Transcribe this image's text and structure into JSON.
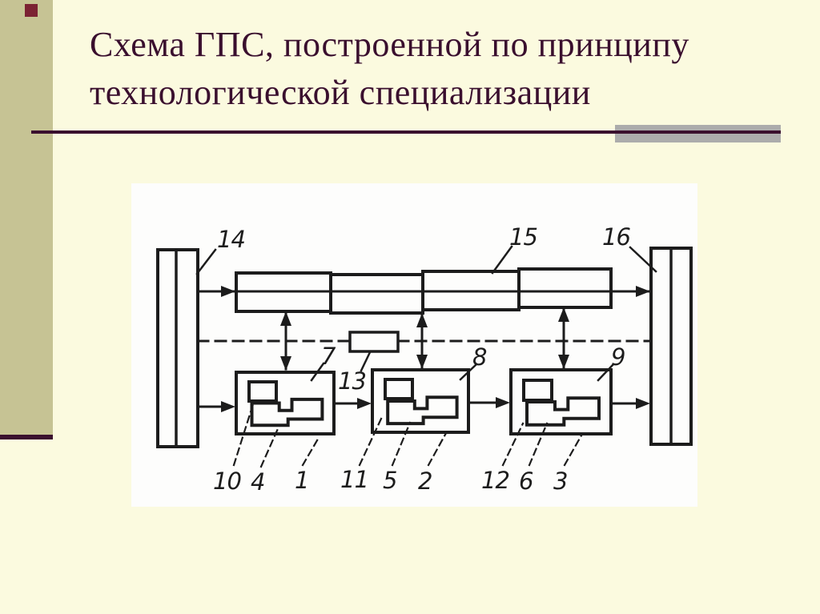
{
  "slide": {
    "title_line1": "Схема ГПС, построенной по принципу",
    "title_line2": "технологической специализации"
  },
  "diagram": {
    "labels": {
      "l1": "1",
      "l2": "2",
      "l3": "3",
      "l4": "4",
      "l5": "5",
      "l6": "6",
      "l7": "7",
      "l8": "8",
      "l9": "9",
      "l10": "10",
      "l11": "11",
      "l12": "12",
      "l13": "13",
      "l14": "14",
      "l15": "15",
      "l16": "16"
    }
  },
  "colors": {
    "bg": "#FBFADF",
    "band": "#C6C394",
    "accent": "#3A0F2E",
    "square": "#7B2233",
    "gray": "#ACACAC",
    "ink": "#1C1C1C",
    "panel": "#FDFDFC"
  }
}
